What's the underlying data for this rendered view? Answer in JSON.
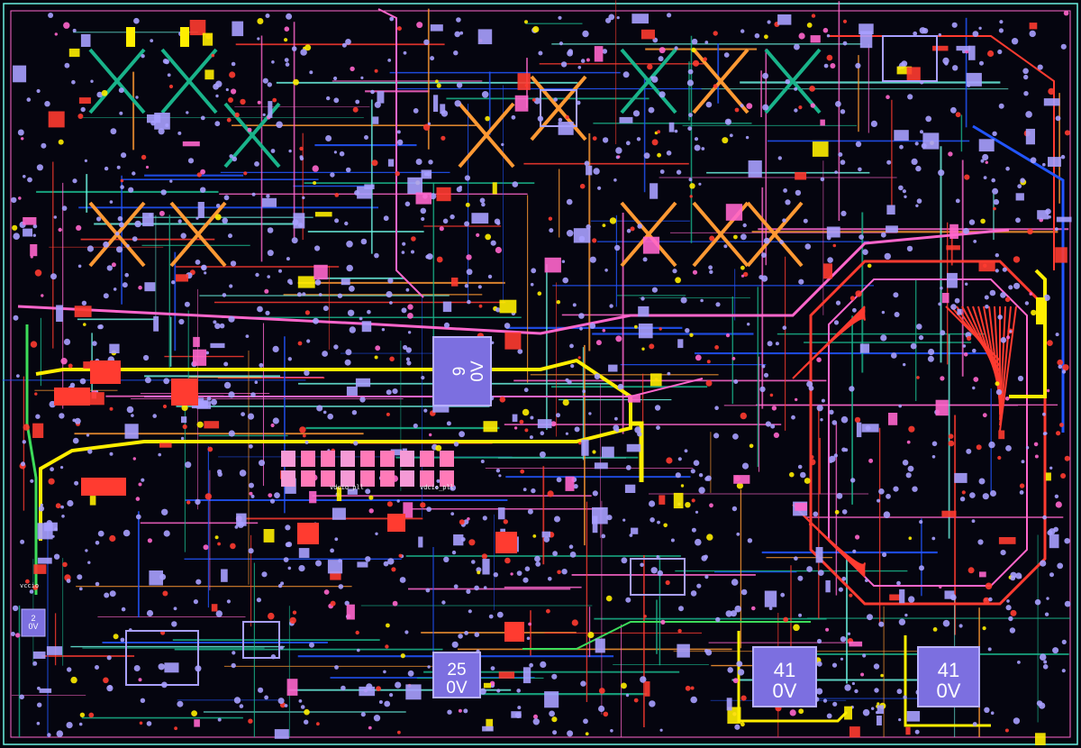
{
  "board": {
    "background": "#05050f",
    "layer_colors": {
      "top_copper": "#ff3b30",
      "mid1": "#ff66cc",
      "mid2": "#19b38a",
      "mid3": "#ff9933",
      "power": "#ffee00",
      "bottom": "#2255ff",
      "via": "#a9a0ff",
      "silk": "#ffffff",
      "misc": "#6bf2e0"
    },
    "components": [
      {
        "id": "u9",
        "number": "9",
        "net": "0V"
      },
      {
        "id": "u25",
        "number": "25",
        "net": "0V"
      },
      {
        "id": "u41a",
        "number": "41",
        "net": "0V"
      },
      {
        "id": "u41b",
        "number": "41",
        "net": "0V"
      },
      {
        "id": "u2",
        "number": "2",
        "net": "0V"
      }
    ],
    "small_labels": [
      "vdcio_pll",
      "vdcio_pll",
      "vccio"
    ]
  }
}
